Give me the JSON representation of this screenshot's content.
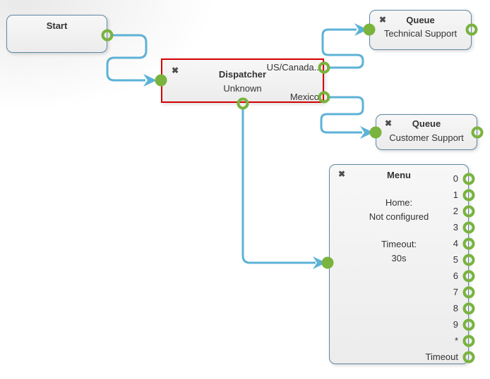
{
  "colors": {
    "connector": "#5cb2d7",
    "node_border": "#5e87a2",
    "selected_border": "#d40000",
    "port_green": "#7ab33d",
    "text": "#333333",
    "icon_gray": "#4d4d4d",
    "node_bg_top": "#f7f7f7",
    "node_bg_bottom": "#ececec"
  },
  "ui": {
    "close_glyph": "✖"
  },
  "nodes": {
    "start": {
      "title": "Start"
    },
    "dispatcher": {
      "title": "Dispatcher",
      "subtitle": "Unknown",
      "selected": true,
      "port_labels": {
        "us_canada": "US/Canada..",
        "mexico": "Mexico"
      }
    },
    "queue_technical": {
      "title": "Queue",
      "subtitle": "Technical Support"
    },
    "queue_customer": {
      "title": "Queue",
      "subtitle": "Customer Support"
    },
    "menu": {
      "title": "Menu",
      "body": {
        "home_label": "Home:",
        "home_value": "Not configured",
        "timeout_label": "Timeout:",
        "timeout_value": "30s"
      },
      "port_labels": [
        "0",
        "1",
        "2",
        "3",
        "4",
        "5",
        "6",
        "7",
        "8",
        "9",
        "*",
        "Timeout"
      ]
    }
  },
  "connections": [
    {
      "from": "start",
      "to": "dispatcher"
    },
    {
      "from": "dispatcher:us_canada",
      "to": "queue_technical"
    },
    {
      "from": "dispatcher:mexico",
      "to": "queue_customer"
    },
    {
      "from": "dispatcher:bottom",
      "to": "menu"
    }
  ]
}
